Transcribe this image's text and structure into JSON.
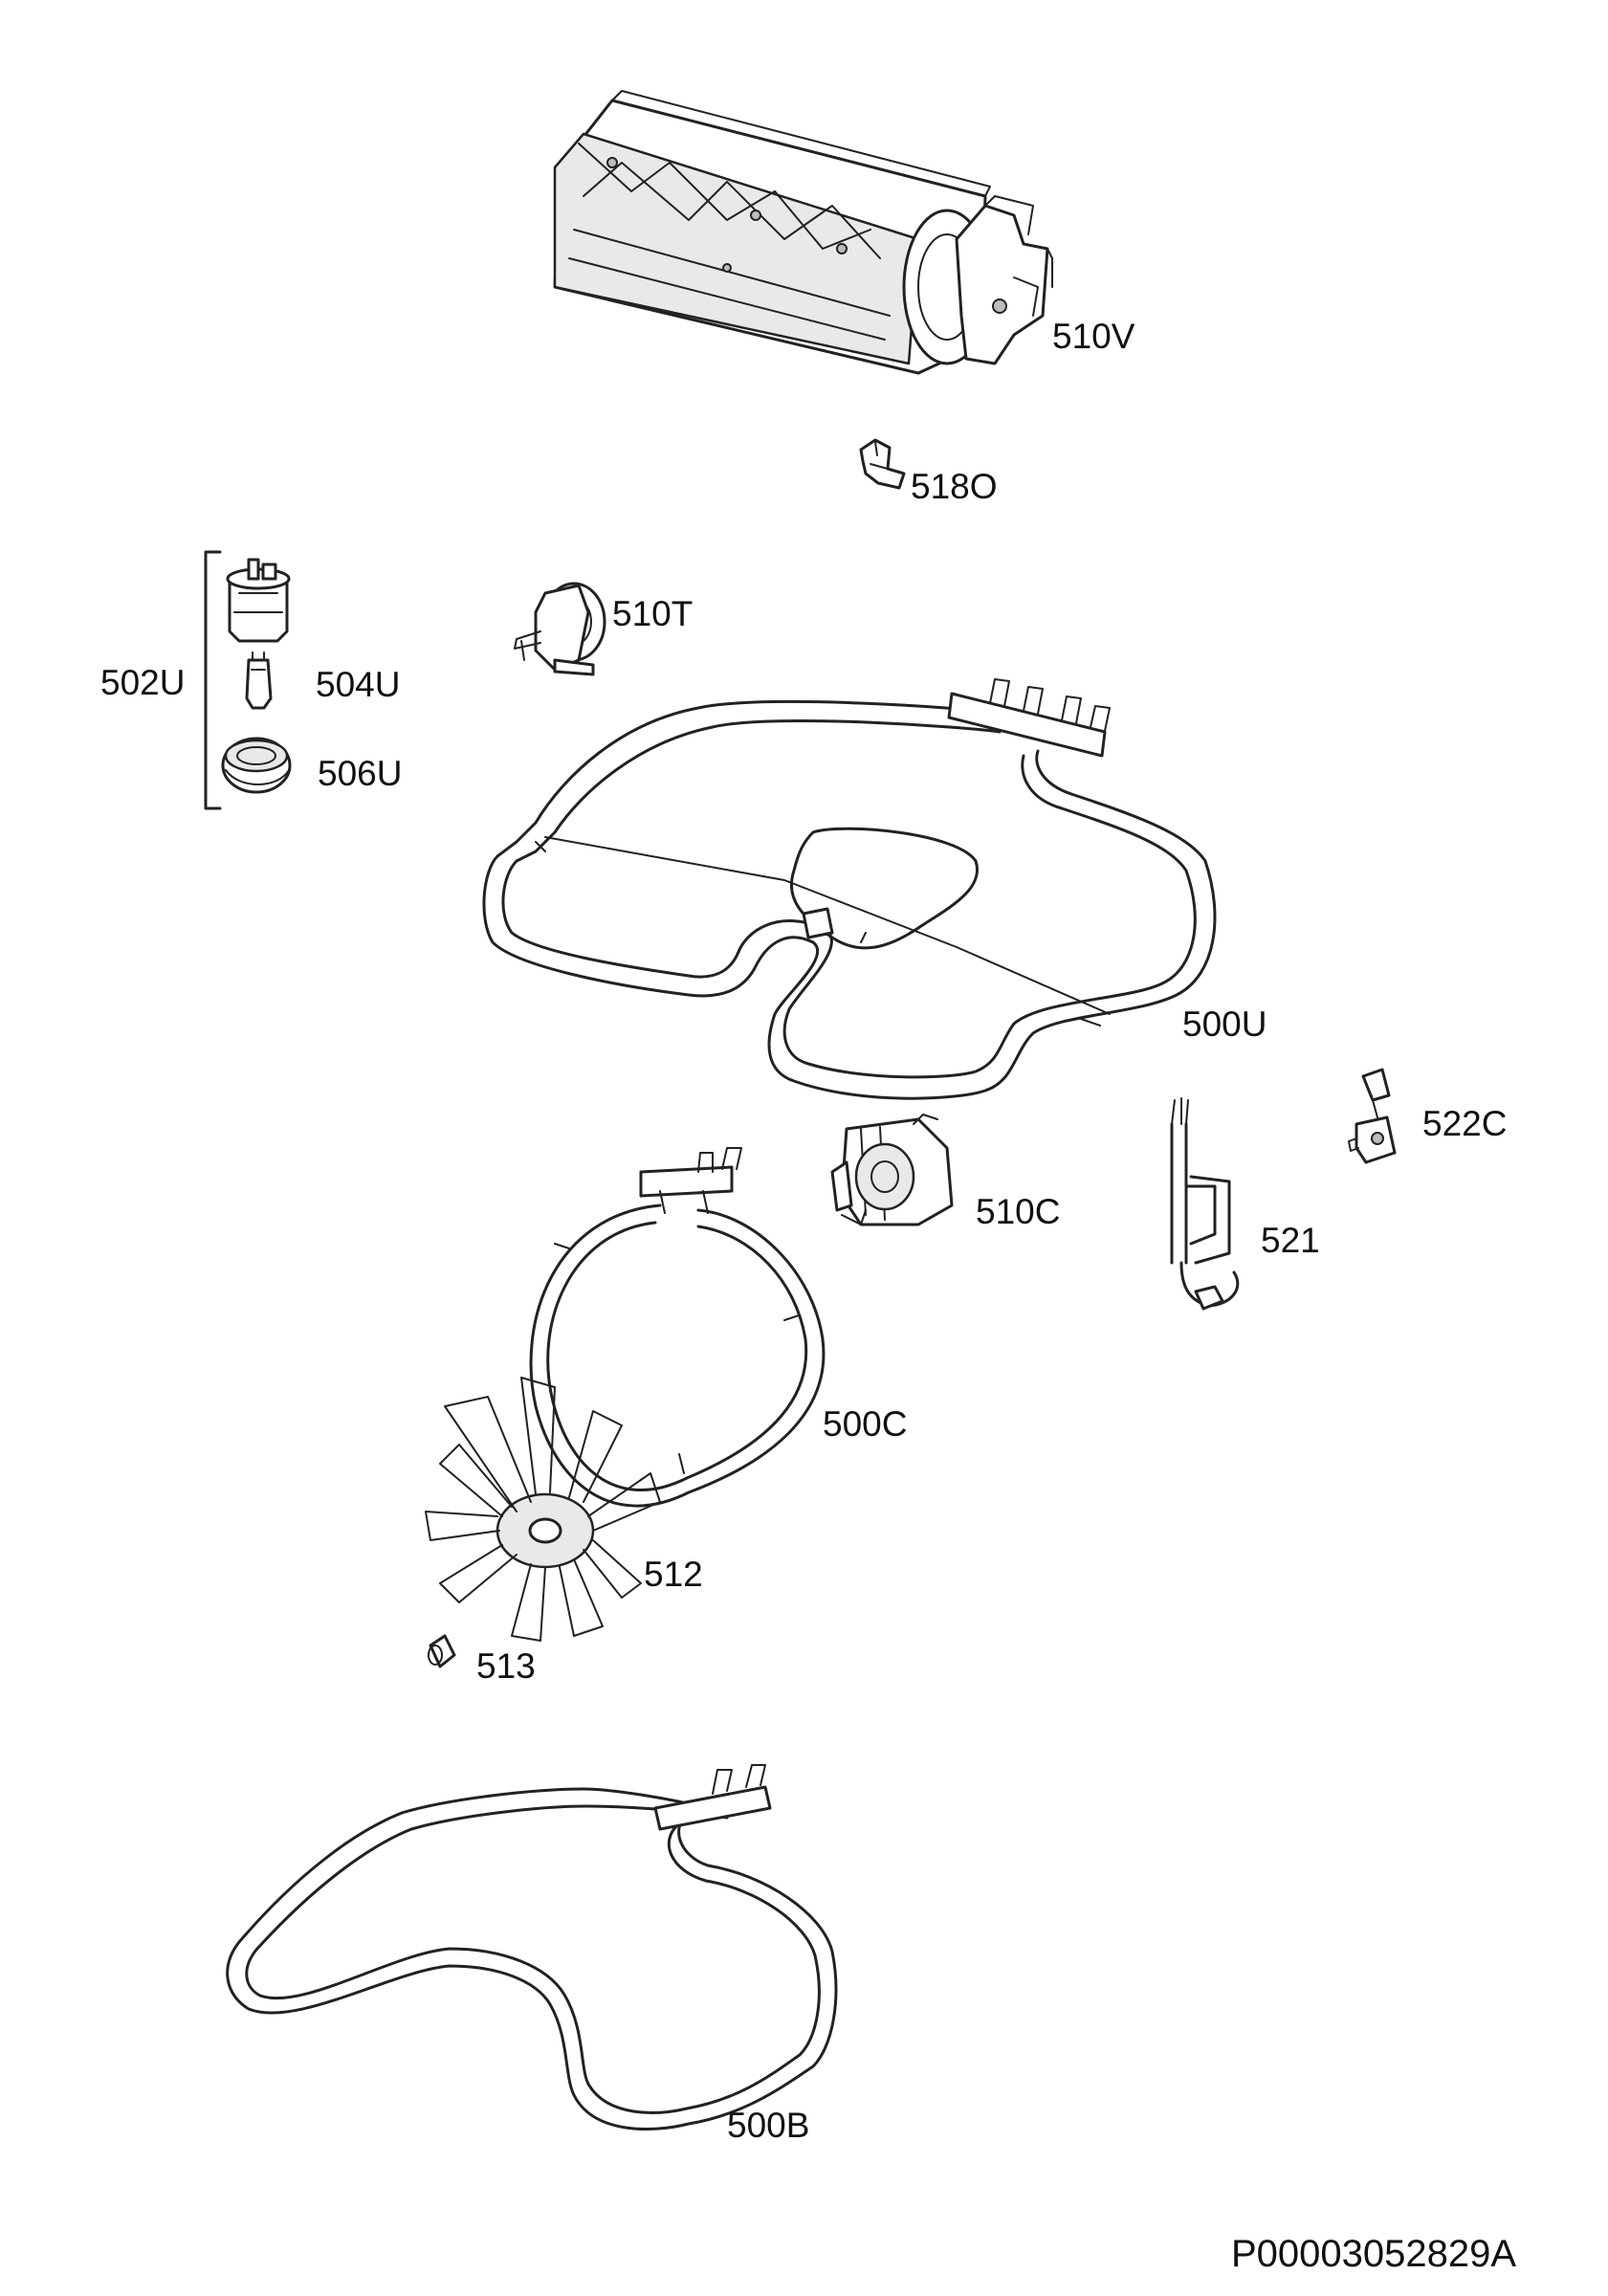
{
  "colors": {
    "line": "#222222",
    "background": "#ffffff",
    "fill": "#e9e9e9"
  },
  "parts": [
    {
      "id": "510V",
      "label": "510V",
      "kind": "tangential-fan"
    },
    {
      "id": "518O",
      "label": "518O",
      "kind": "clip"
    },
    {
      "id": "510T",
      "label": "510T",
      "kind": "motor"
    },
    {
      "id": "502U",
      "label": "502U",
      "kind": "lamp-assembly-group"
    },
    {
      "id": "504U",
      "label": "504U",
      "kind": "lamp-bulb"
    },
    {
      "id": "506U",
      "label": "506U",
      "kind": "lamp-cover"
    },
    {
      "id": "500U",
      "label": "500U",
      "kind": "upper-heating-element"
    },
    {
      "id": "522C",
      "label": "522C",
      "kind": "switch"
    },
    {
      "id": "510C",
      "label": "510C",
      "kind": "fan-motor"
    },
    {
      "id": "521",
      "label": "521",
      "kind": "cable"
    },
    {
      "id": "500C",
      "label": "500C",
      "kind": "circular-heating-element"
    },
    {
      "id": "512",
      "label": "512",
      "kind": "fan-blade"
    },
    {
      "id": "513",
      "label": "513",
      "kind": "nut"
    },
    {
      "id": "500B",
      "label": "500B",
      "kind": "lower-heating-element"
    }
  ],
  "document_id": "P00003052829A"
}
